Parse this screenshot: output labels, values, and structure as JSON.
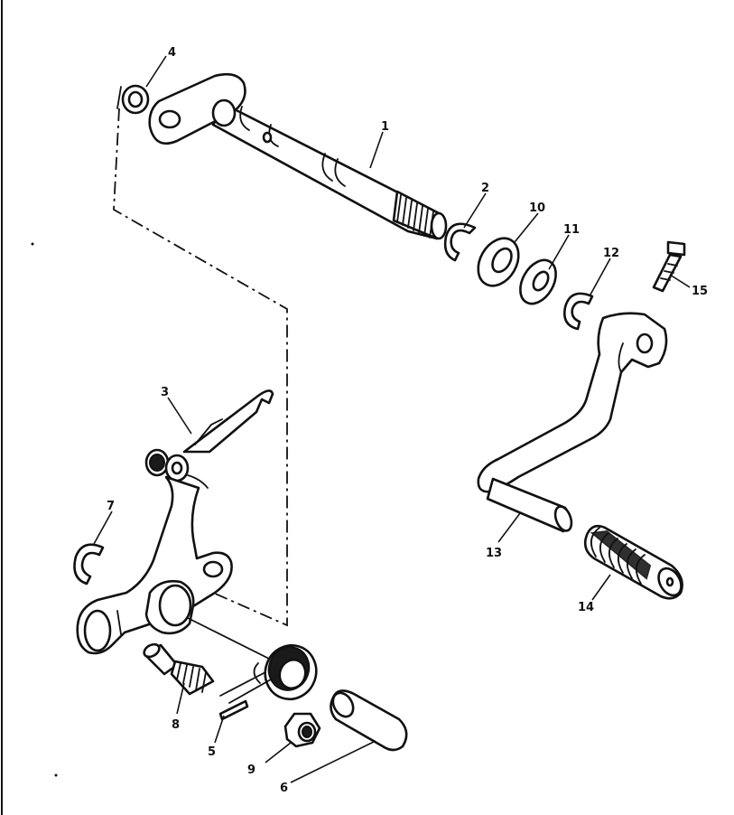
{
  "callouts": [
    {
      "id": "1",
      "label": "1"
    },
    {
      "id": "2",
      "label": "2"
    },
    {
      "id": "3",
      "label": "3"
    },
    {
      "id": "4",
      "label": "4"
    },
    {
      "id": "5",
      "label": "5"
    },
    {
      "id": "6",
      "label": "6"
    },
    {
      "id": "7",
      "label": "7"
    },
    {
      "id": "8",
      "label": "8"
    },
    {
      "id": "9",
      "label": "9"
    },
    {
      "id": "10",
      "label": "10"
    },
    {
      "id": "11",
      "label": "11"
    },
    {
      "id": "12",
      "label": "12"
    },
    {
      "id": "13",
      "label": "13"
    },
    {
      "id": "14",
      "label": "14"
    },
    {
      "id": "15",
      "label": "15"
    }
  ],
  "colors": {
    "ink": "#111111",
    "paper": "#ffffff"
  }
}
